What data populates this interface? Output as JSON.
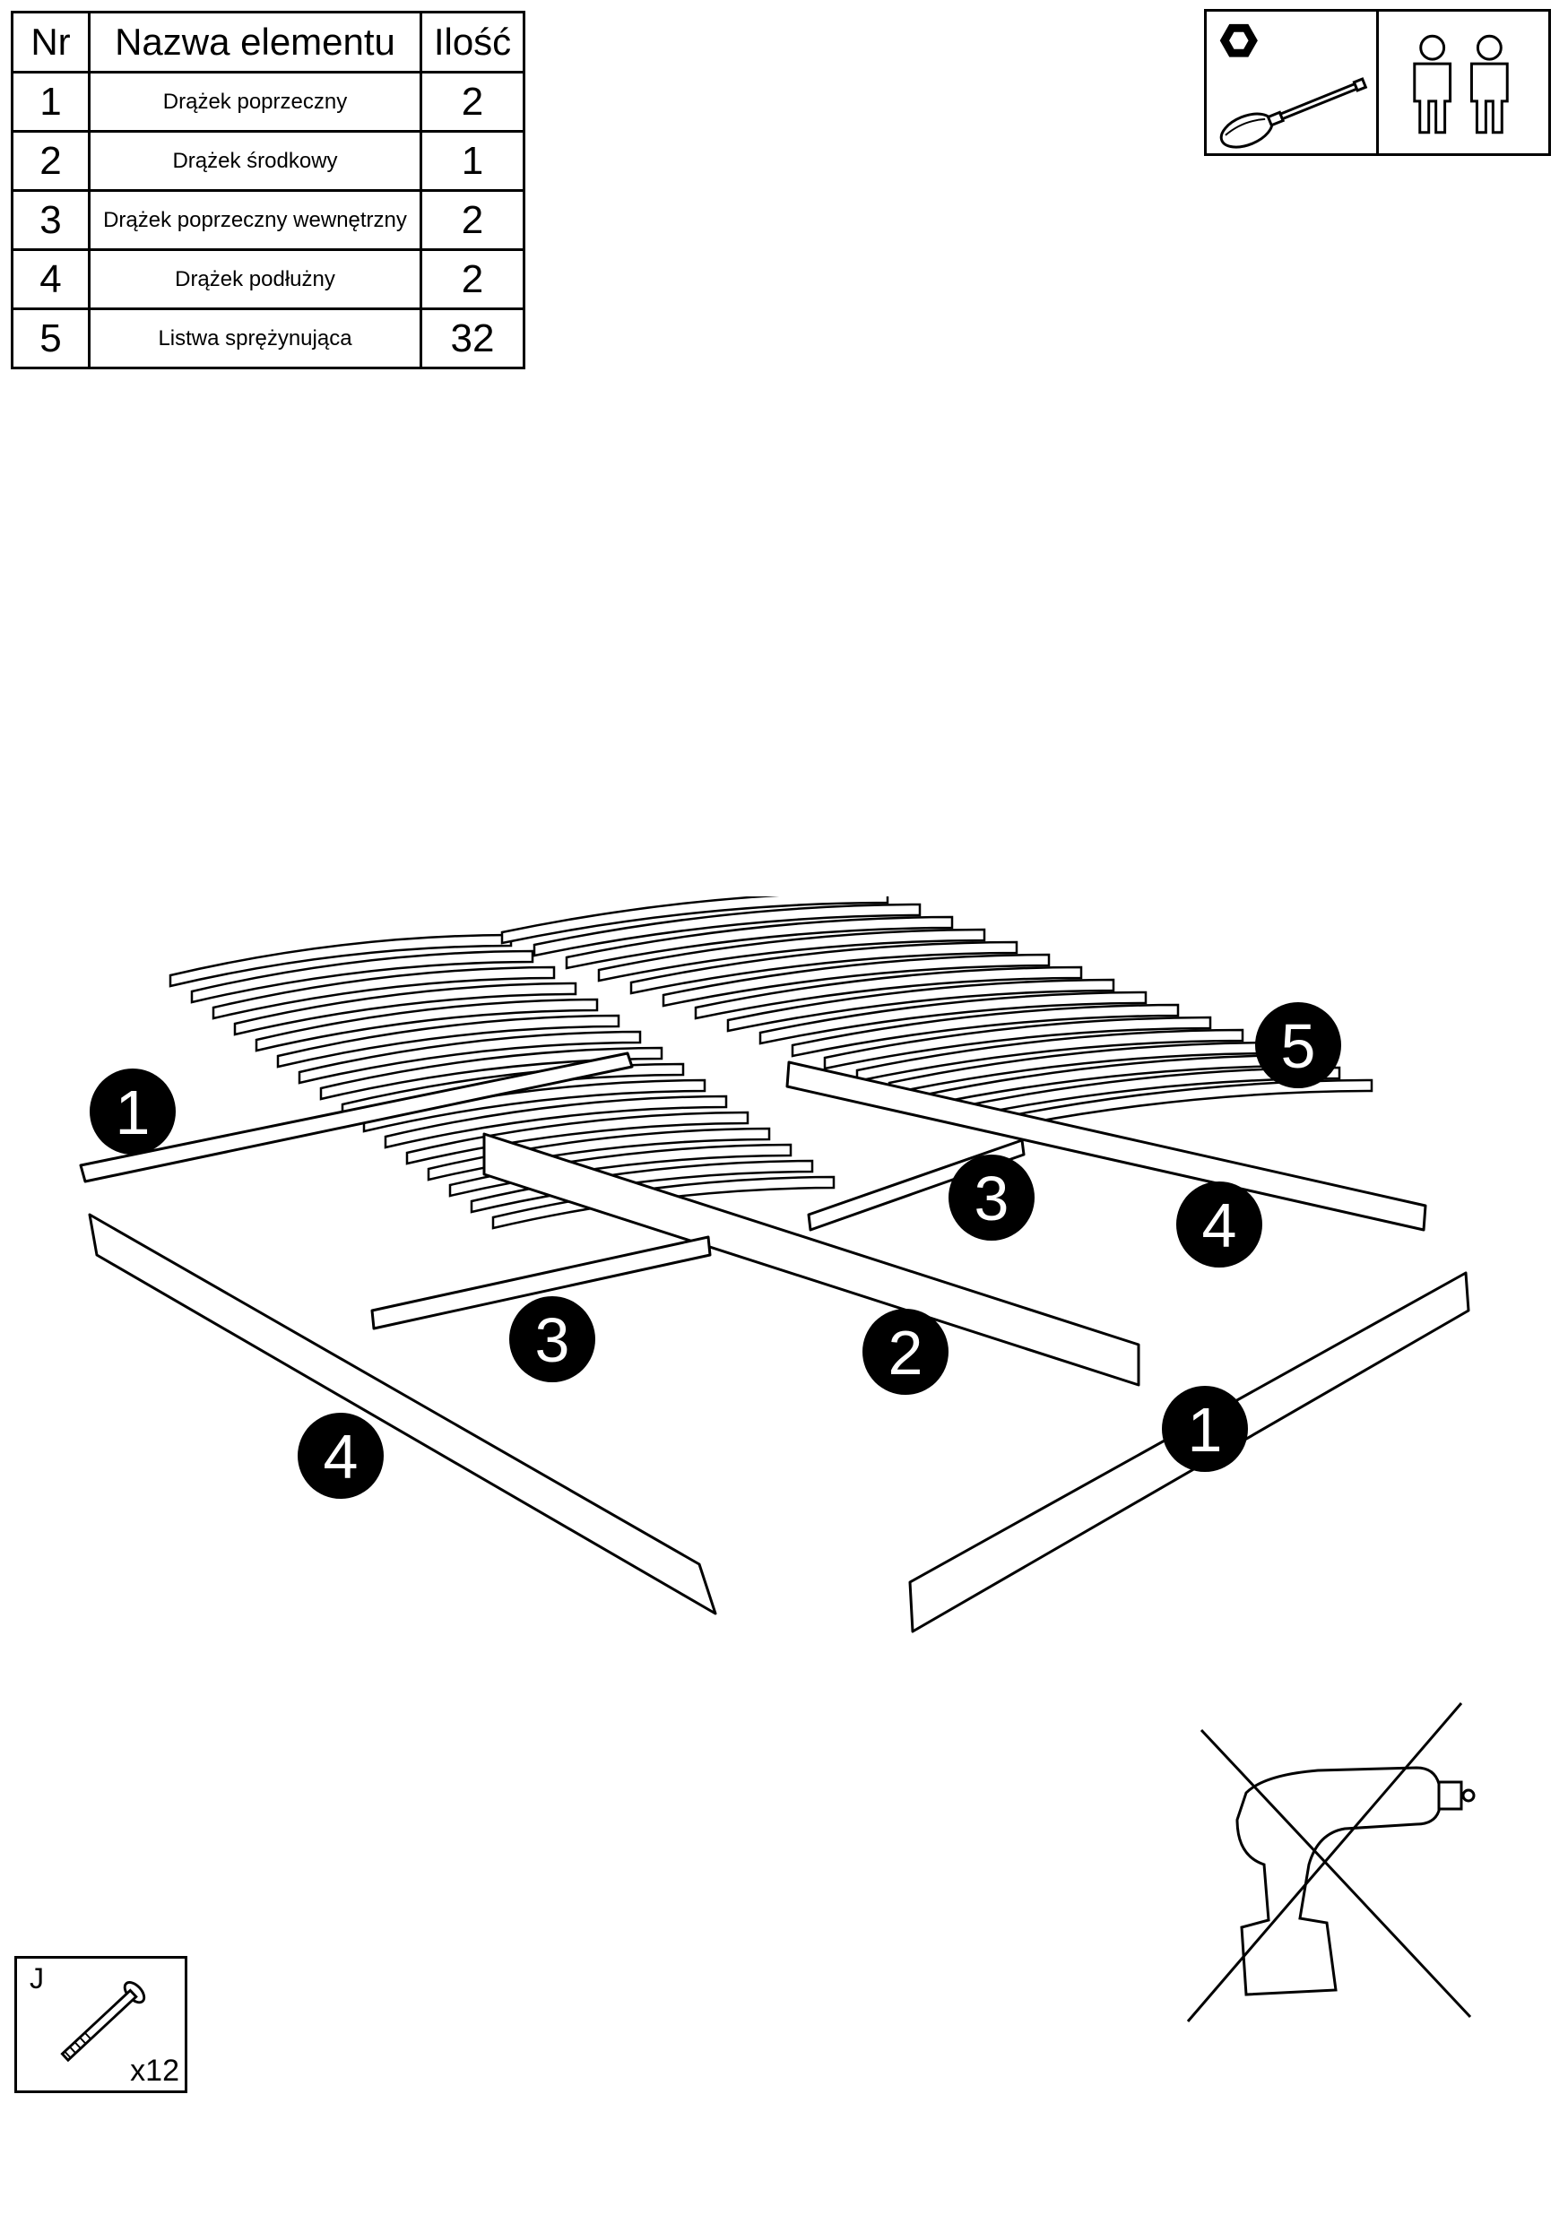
{
  "parts_table": {
    "headers": {
      "nr": "Nr",
      "name": "Nazwa elementu",
      "qty": "Ilość"
    },
    "rows": [
      {
        "nr": "1",
        "name": "Drążek poprzeczny",
        "qty": "2"
      },
      {
        "nr": "2",
        "name": "Drążek środkowy",
        "qty": "1"
      },
      {
        "nr": "3",
        "name": "Drążek poprzeczny wewnętrzny",
        "qty": "2"
      },
      {
        "nr": "4",
        "name": "Drążek podłużny",
        "qty": "2"
      },
      {
        "nr": "5",
        "name": "Listwa sprężynująca",
        "qty": "32"
      }
    ]
  },
  "tools": {
    "items": [
      {
        "icon": "hex-screwdriver-icon"
      },
      {
        "icon": "two-people-icon"
      }
    ]
  },
  "diagram": {
    "callouts": [
      "1",
      "2",
      "3",
      "3",
      "4",
      "4",
      "5",
      "1"
    ]
  },
  "hardware": {
    "code": "J",
    "icon": "bolt-icon",
    "quantity": "x12"
  },
  "warning": {
    "icon": "no-power-drill-icon"
  }
}
